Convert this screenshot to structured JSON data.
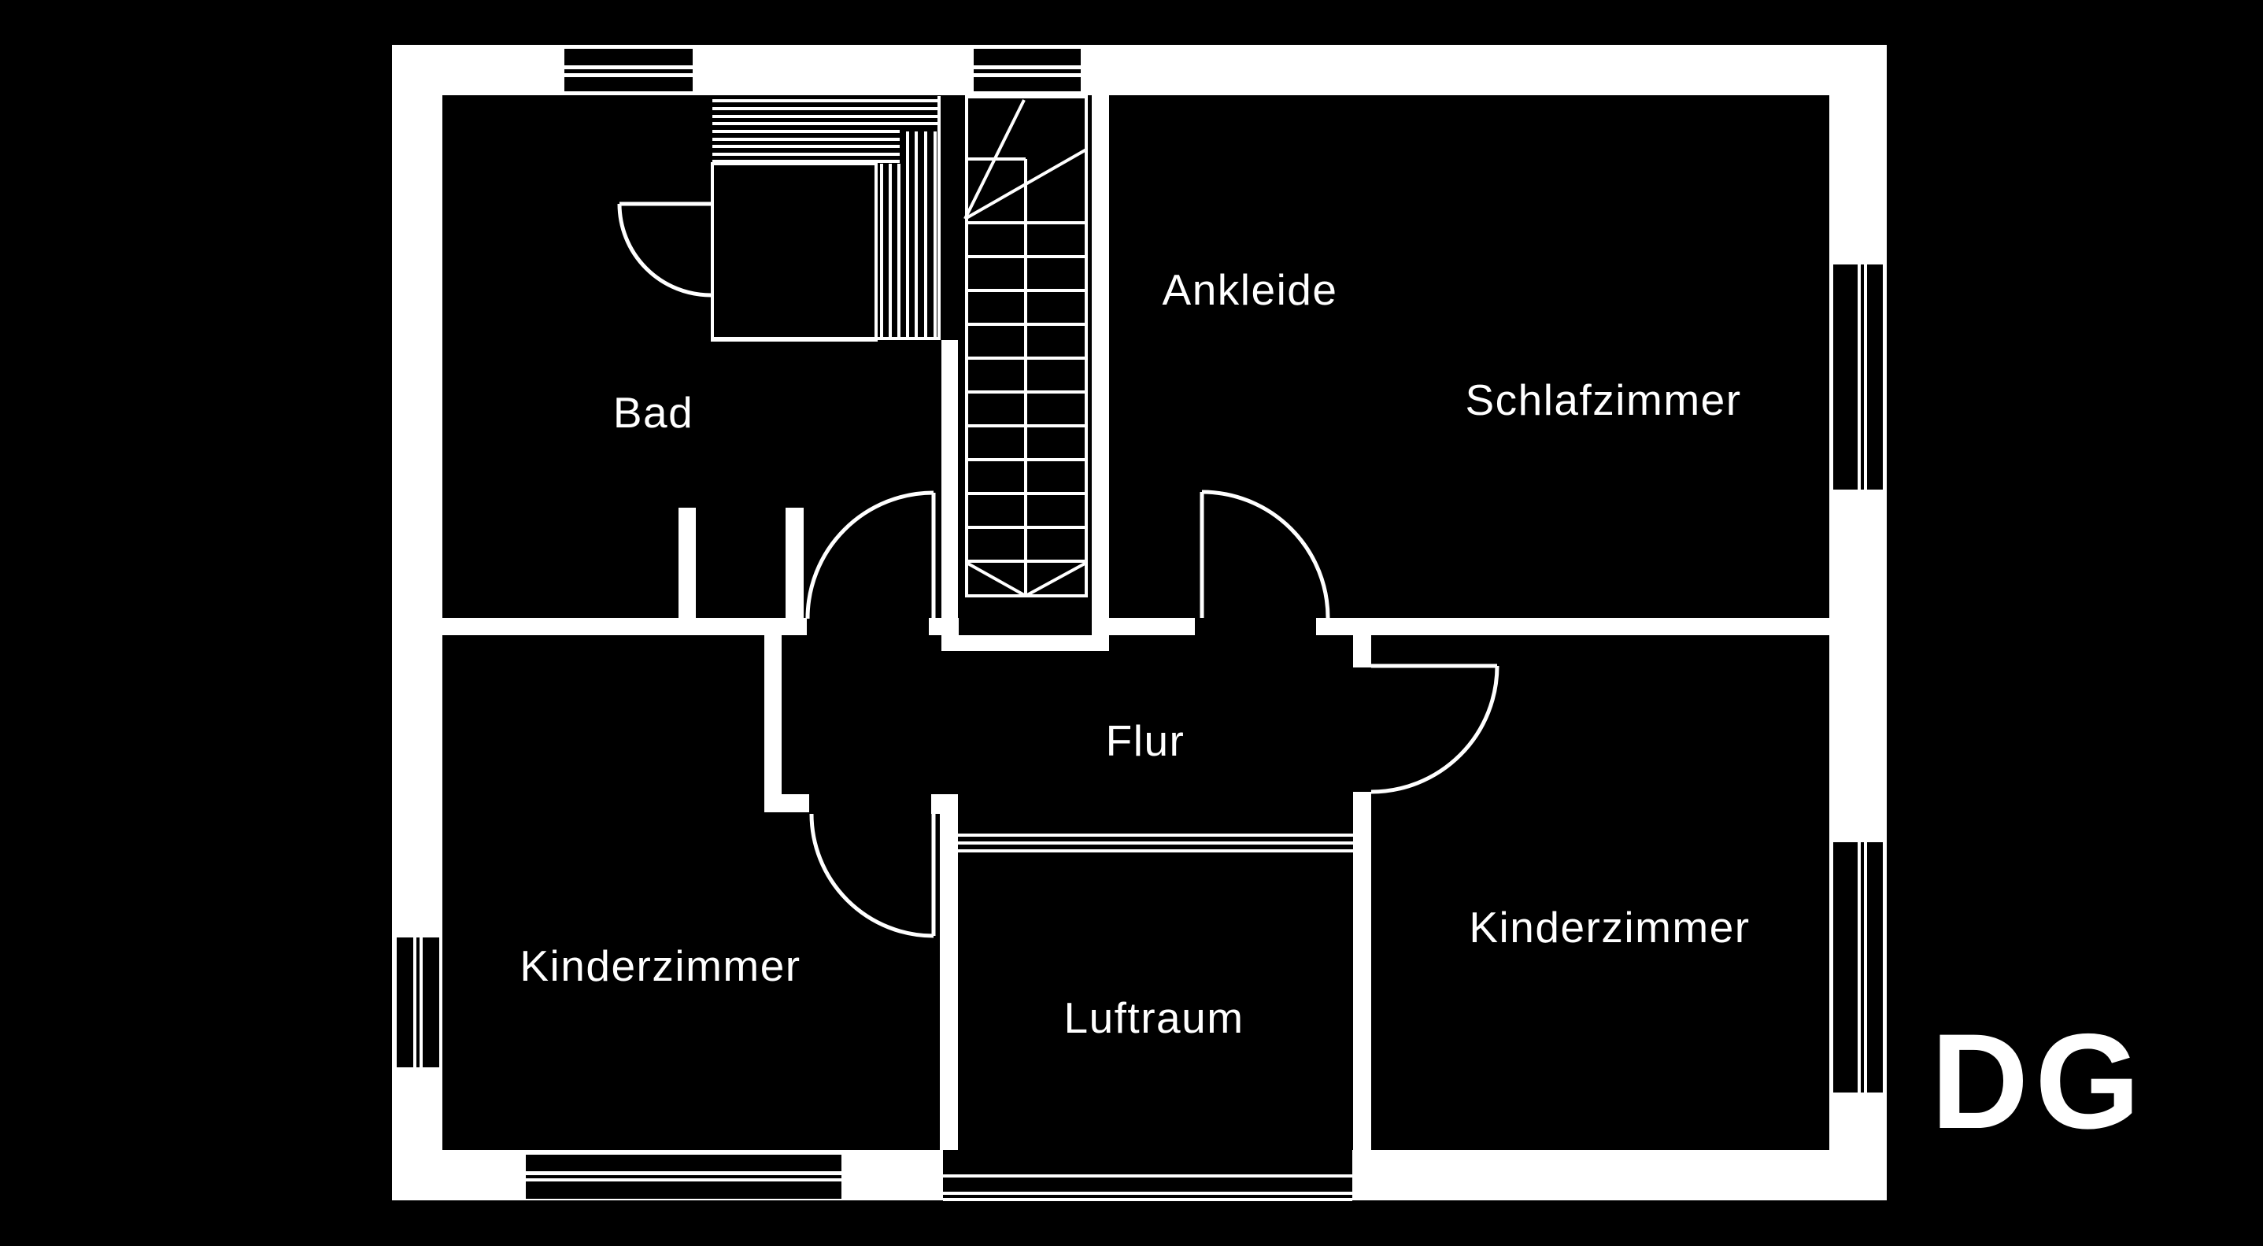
{
  "floor": {
    "label": "DG"
  },
  "rooms": {
    "bad": {
      "label": "Bad"
    },
    "ankleide": {
      "label": "Ankleide"
    },
    "schlafzimmer": {
      "label": "Schlafzimmer"
    },
    "flur": {
      "label": "Flur"
    },
    "kinderzimmer_left": {
      "label": "Kinderzimmer"
    },
    "luftraum": {
      "label": "Luftraum"
    },
    "kinderzimmer_right": {
      "label": "Kinderzimmer"
    }
  },
  "colors": {
    "background": "#000000",
    "walls": "#ffffff",
    "text": "#ffffff"
  }
}
